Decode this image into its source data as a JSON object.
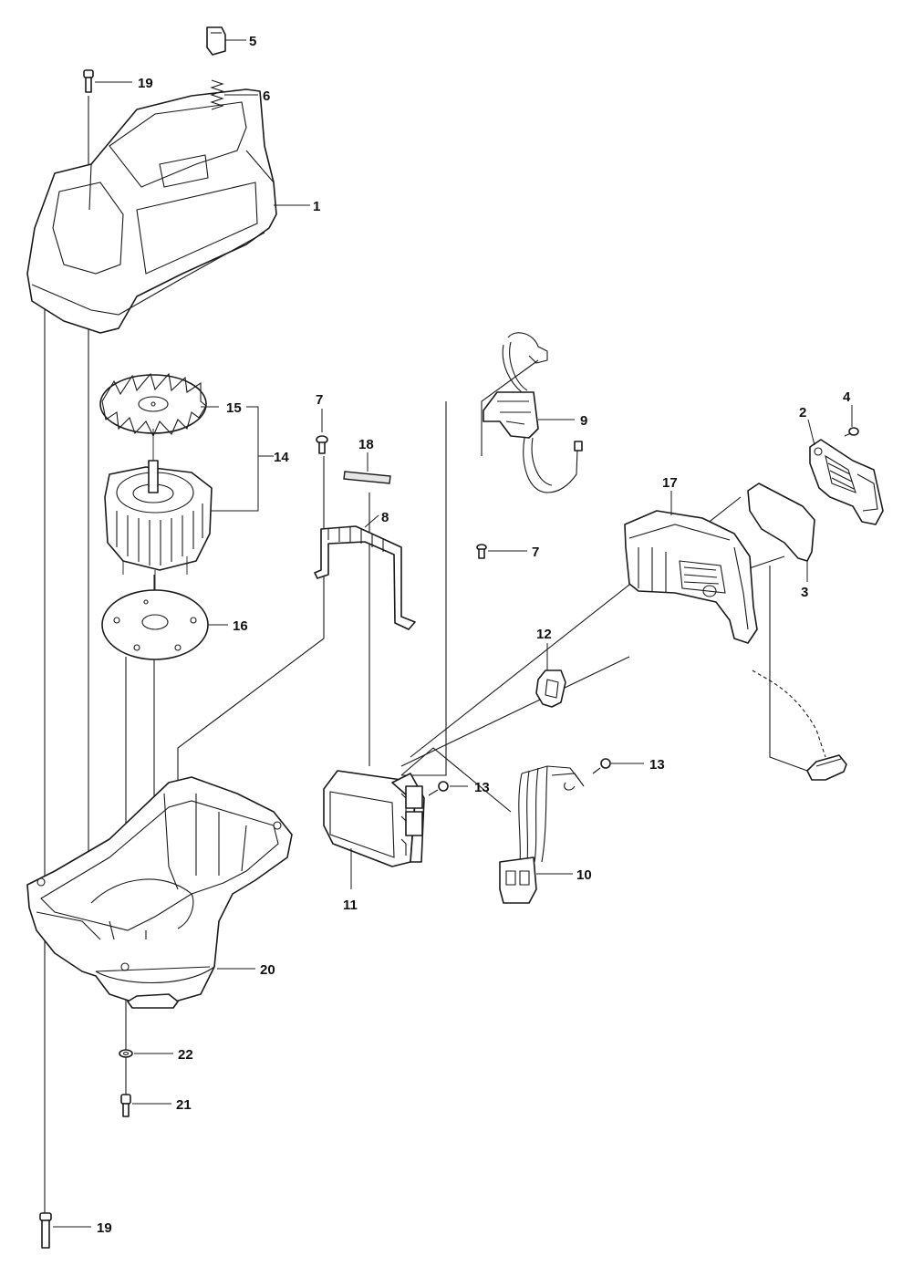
{
  "callouts": {
    "c1": "1",
    "c2": "2",
    "c3": "3",
    "c4": "4",
    "c5": "5",
    "c6": "6",
    "c7a": "7",
    "c7b": "7",
    "c8": "8",
    "c9": "9",
    "c10": "10",
    "c11": "11",
    "c12": "12",
    "c13a": "13",
    "c13b": "13",
    "c14": "14",
    "c15": "15",
    "c16": "16",
    "c17": "17",
    "c18": "18",
    "c19a": "19",
    "c19b": "19",
    "c20": "20",
    "c21": "21",
    "c22": "22"
  }
}
